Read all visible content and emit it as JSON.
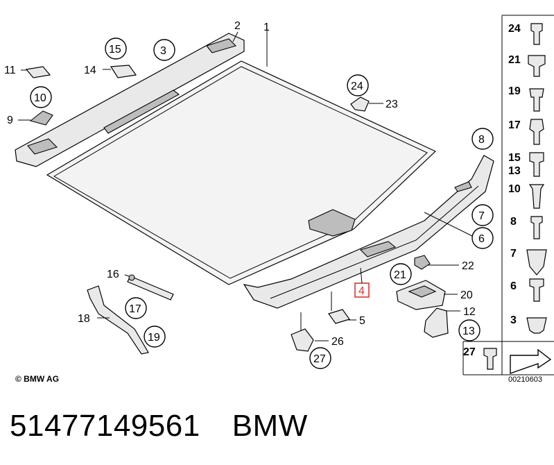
{
  "diagram": {
    "callouts": {
      "c1": "1",
      "c2": "2",
      "c3": "3",
      "c4": "4",
      "c5": "5",
      "c6": "6",
      "c7": "7",
      "c8": "8",
      "c9": "9",
      "c10": "10",
      "c11": "11",
      "c12": "12",
      "c13": "13",
      "c14": "14",
      "c15": "15",
      "c16": "16",
      "c17": "17",
      "c18": "18",
      "c19": "19",
      "c20": "20",
      "c21": "21",
      "c22": "22",
      "c23": "23",
      "c24": "24",
      "c26": "26",
      "c27": "27"
    },
    "side_panel": [
      "24",
      "21",
      "19",
      "17",
      "15",
      "13",
      "10",
      "8",
      "7",
      "6",
      "3",
      "27"
    ],
    "highlight_color": "#e0322c"
  },
  "copyright": "© BMW AG",
  "catalog_number": "00210603",
  "footer": {
    "part_number": "51477149561",
    "brand": "BMW"
  }
}
